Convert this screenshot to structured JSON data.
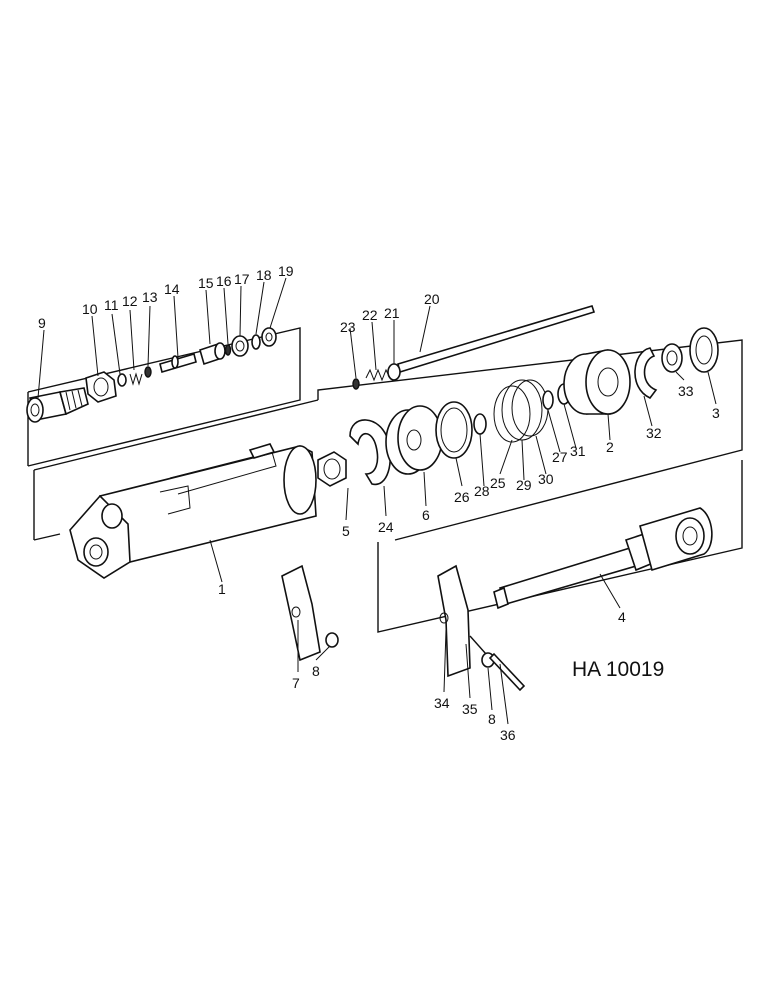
{
  "drawing_code": "HA 10019",
  "labels": {
    "l1": "1",
    "l2": "2",
    "l3": "3",
    "l4": "4",
    "l5": "5",
    "l6": "6",
    "l7": "7",
    "l8a": "8",
    "l8b": "8",
    "l9": "9",
    "l10": "10",
    "l11": "11",
    "l12": "12",
    "l13": "13",
    "l14": "14",
    "l15": "15",
    "l16": "16",
    "l17": "17",
    "l18": "18",
    "l19": "19",
    "l20": "20",
    "l21": "21",
    "l22": "22",
    "l23": "23",
    "l24": "24",
    "l25": "25",
    "l26": "26",
    "l27": "27",
    "l28": "28",
    "l29": "29",
    "l30": "30",
    "l31": "31",
    "l32": "32",
    "l33": "33",
    "l34": "34",
    "l35": "35",
    "l36": "36"
  }
}
